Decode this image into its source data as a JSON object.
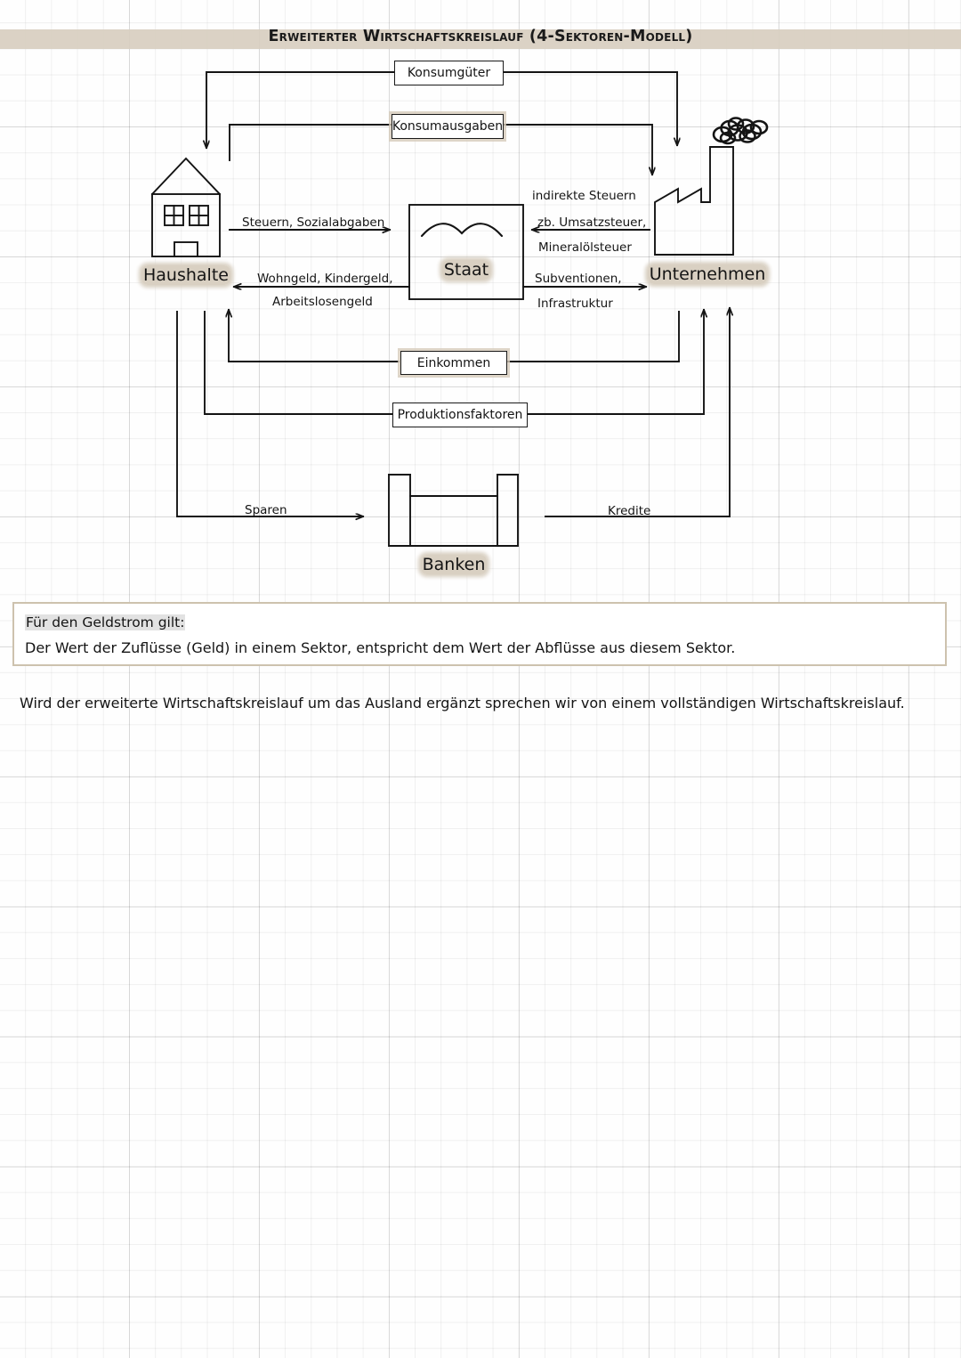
{
  "page": {
    "title": "Erweiterter Wirtschaftskreislauf (4-Sektoren-Modell)",
    "accent_band_color": "#d8cec0",
    "highlight_color": "#d9d0c2",
    "info_border_color": "#cdc2ae",
    "ink_color": "#141414"
  },
  "nodes": {
    "households": {
      "label": "Haushalte",
      "icon": "house-icon"
    },
    "state": {
      "label": "Staat",
      "icon": "government-building-icon"
    },
    "firms": {
      "label": "Unternehmen",
      "icon": "factory-icon"
    },
    "banks": {
      "label": "Banken",
      "icon": "bank-building-icon"
    }
  },
  "flows": {
    "konsumgueter": {
      "label": "Konsumgüter",
      "from": "firms",
      "to": "households"
    },
    "konsumausgaben": {
      "label": "Konsumausgaben",
      "from": "households",
      "to": "firms"
    },
    "steuern_sozial": {
      "label": "Steuern, Sozialabgaben",
      "from": "households",
      "to": "state"
    },
    "transfers": {
      "line1": "Wohngeld, Kindergeld,",
      "line2": "Arbeitslosengeld",
      "from": "state",
      "to": "households"
    },
    "indirekte_steuern": {
      "line1": "indirekte Steuern",
      "line2": "zb. Umsatzsteuer,",
      "line3": "Mineralölsteuer",
      "from": "firms",
      "to": "state"
    },
    "subventionen": {
      "line1": "Subventionen,",
      "line2": "Infrastruktur",
      "from": "state",
      "to": "firms"
    },
    "einkommen": {
      "label": "Einkommen",
      "from": "firms",
      "to": "households"
    },
    "produktionsfaktoren": {
      "label": "Produktionsfaktoren",
      "from": "households",
      "to": "firms"
    },
    "sparen": {
      "label": "Sparen",
      "from": "households",
      "to": "banks"
    },
    "kredite": {
      "label": "Kredite",
      "from": "banks",
      "to": "firms"
    }
  },
  "info_box": {
    "heading": "Für den Geldstrom gilt:",
    "body": "Der Wert der Zuflüsse (Geld) in einem Sektor, entspricht dem Wert der Abflüsse aus diesem Sektor."
  },
  "closing_note": "Wird der erweiterte Wirtschaftskreislauf um das Ausland ergänzt sprechen wir von einem vollständigen Wirtschaftskreislauf."
}
